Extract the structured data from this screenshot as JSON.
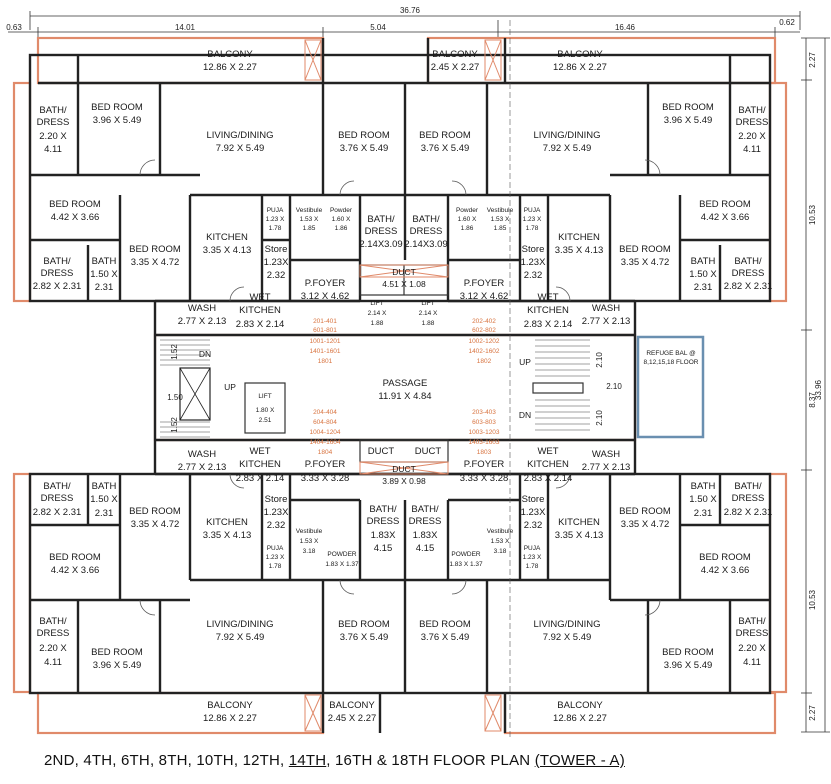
{
  "dimensions": {
    "overall_width": "36.76",
    "left_segment": "14.01",
    "mid_segment": "5.04",
    "right_segment": "16.46",
    "left_offset": "0.63",
    "right_offset": "0.62",
    "right_top": "2.27",
    "right_upper": "10.53",
    "right_mid": "8.37",
    "right_total": "33.96",
    "right_lower": "10.53",
    "right_bottom": "2.27",
    "stair_a": "1.52",
    "stair_b": "1.50",
    "stair_c": "1.52",
    "stair_d": "2.10",
    "stair_e": "2.10",
    "stair_f": "2.10"
  },
  "rooms": {
    "balcony_tl": {
      "name": "BALCONY",
      "size": "12.86 X 2.27"
    },
    "balcony_tm": {
      "name": "BALCONY",
      "size": "2.45 X 2.27"
    },
    "balcony_tr": {
      "name": "BALCONY",
      "size": "12.86 X 2.27"
    },
    "bathdress_tl": {
      "name1": "BATH/",
      "name2": "DRESS",
      "size1": "2.20 X",
      "size2": "4.11"
    },
    "bedroom_tl": {
      "name": "BED ROOM",
      "size": "3.96 X 5.49"
    },
    "living_tl": {
      "name": "LIVING/DINING",
      "size": "7.92 X 5.49"
    },
    "bedroom_tml": {
      "name": "BED ROOM",
      "size": "3.76 X 5.49"
    },
    "bedroom_tmr": {
      "name": "BED ROOM",
      "size": "3.76 X 5.49"
    },
    "living_tr": {
      "name": "LIVING/DINING",
      "size": "7.92 X 5.49"
    },
    "bedroom_tr": {
      "name": "BED ROOM",
      "size": "3.96 X 5.49"
    },
    "bathdress_tr": {
      "name1": "BATH/",
      "name2": "DRESS",
      "size1": "2.20 X",
      "size2": "4.11"
    },
    "bedroom2_tl": {
      "name": "BED ROOM",
      "size": "4.42 X 3.66"
    },
    "bedroom2_tr": {
      "name": "BED ROOM",
      "size": "4.42 X 3.66"
    },
    "kitchen_tl": {
      "name": "KITCHEN",
      "size": "3.35 X 4.13"
    },
    "kitchen_tr": {
      "name": "KITCHEN",
      "size": "3.35 X 4.13"
    },
    "bedroom3_tl": {
      "name": "BED ROOM",
      "size": "3.35 X 4.72"
    },
    "bedroom3_tr": {
      "name": "BED ROOM",
      "size": "3.35 X 4.72"
    },
    "puja_tl": {
      "name": "PUJA",
      "size1": "1.23 X",
      "size2": "1.78"
    },
    "puja_tr": {
      "name": "PUJA",
      "size1": "1.23 X",
      "size2": "1.78"
    },
    "vest_tl": {
      "name": "Vestibule",
      "size1": "1.53 X",
      "size2": "1.85"
    },
    "vest_tr": {
      "name": "Vestibule",
      "size1": "1.53 X",
      "size2": "1.85"
    },
    "powder_tl": {
      "name": "Powder",
      "size1": "1.60 X",
      "size2": "1.86"
    },
    "powder_tr": {
      "name": "Powder",
      "size1": "1.60 X",
      "size2": "1.86"
    },
    "bathdress_ml": {
      "name1": "BATH/",
      "name2": "DRESS",
      "size": "2.14X3.09"
    },
    "bathdress_mr": {
      "name1": "BATH/",
      "name2": "DRESS",
      "size": "2.14X3.09"
    },
    "bathdress2_tl": {
      "name1": "BATH/",
      "name2": "DRESS",
      "size": "2.82 X 2.31"
    },
    "bath_tl": {
      "name": "BATH",
      "size1": "1.50 X",
      "size2": "2.31"
    },
    "bath_tr": {
      "name": "BATH",
      "size1": "1.50 X",
      "size2": "2.31"
    },
    "bathdress2_tr": {
      "name1": "BATH/",
      "name2": "DRESS",
      "size": "2.82 X 2.31"
    },
    "store_tl": {
      "name": "Store",
      "size1": "1.23X",
      "size2": "2.32"
    },
    "store_tr": {
      "name": "Store",
      "size1": "1.23X",
      "size2": "2.32"
    },
    "foyer_tl": {
      "name": "P.FOYER",
      "size": "3.12 X 4.62"
    },
    "foyer_tr": {
      "name": "P.FOYER",
      "size": "3.12 X 4.62"
    },
    "duct_t": {
      "name": "DUCT",
      "size": "4.51 X 1.08"
    },
    "lift_t1": {
      "name": "LIFT",
      "size1": "2.14 X",
      "size2": "1.88"
    },
    "lift_t2": {
      "name": "LIFT",
      "size1": "2.14 X",
      "size2": "1.88"
    },
    "wash_tl": {
      "name": "WASH",
      "size": "2.77 X 2.13"
    },
    "wash_tr": {
      "name": "WASH",
      "size": "2.77 X 2.13"
    },
    "wetk_tl": {
      "name1": "WET",
      "name2": "KITCHEN",
      "size": "2.83 X 2.14"
    },
    "wetk_tr": {
      "name1": "WET",
      "name2": "KITCHEN",
      "size": "2.83 X 2.14"
    },
    "passage": {
      "name": "PASSAGE",
      "size": "11.91 X 4.84"
    },
    "lift_l": {
      "name": "LIFT",
      "size1": "1.80 X",
      "size2": "2.51"
    },
    "refuge": {
      "name": "REFUGE BAL @",
      "floors": "8,12,15,18 FLOOR"
    },
    "wash_bl": {
      "name": "WASH",
      "size": "2.77 X 2.13"
    },
    "wash_br": {
      "name": "WASH",
      "size": "2.77 X 2.13"
    },
    "wetk_bl": {
      "name1": "WET",
      "name2": "KITCHEN",
      "size": "2.83 X 2.14"
    },
    "wetk_br": {
      "name1": "WET",
      "name2": "KITCHEN",
      "size": "2.83 X 2.14"
    },
    "foyer_bl": {
      "name": "P.FOYER",
      "size": "3.33 X 3.28"
    },
    "foyer_br": {
      "name": "P.FOYER",
      "size": "3.33 X 3.28"
    },
    "duct_b1": {
      "name": "DUCT"
    },
    "duct_b2": {
      "name": "DUCT"
    },
    "duct_b": {
      "name": "DUCT",
      "size": "3.89 X 0.98"
    },
    "bathdress2_bl": {
      "name1": "BATH/",
      "name2": "DRESS",
      "size": "2.82 X 2.31"
    },
    "bath_bl": {
      "name": "BATH",
      "size1": "1.50 X",
      "size2": "2.31"
    },
    "bedroom3_bl": {
      "name": "BED ROOM",
      "size": "3.35 X 4.72"
    },
    "bedroom3_br": {
      "name": "BED ROOM",
      "size": "3.35 X 4.72"
    },
    "bath_br": {
      "name": "BATH",
      "size1": "1.50 X",
      "size2": "2.31"
    },
    "bathdress2_br": {
      "name1": "BATH/",
      "name2": "DRESS",
      "size": "2.82 X 2.31"
    },
    "kitchen_bl": {
      "name": "KITCHEN",
      "size": "3.35 X 4.13"
    },
    "kitchen_br": {
      "name": "KITCHEN",
      "size": "3.35 X 4.13"
    },
    "store_bl": {
      "name": "Store",
      "size1": "1.23X",
      "size2": "2.32"
    },
    "store_br": {
      "name": "Store",
      "size1": "1.23X",
      "size2": "2.32"
    },
    "puja_bl": {
      "name": "PUJA",
      "size1": "1.23 X",
      "size2": "1.78"
    },
    "puja_br": {
      "name": "PUJA",
      "size1": "1.23 X",
      "size2": "1.78"
    },
    "vest_bl": {
      "name": "Vestibule",
      "size1": "1.53 X",
      "size2": "3.18"
    },
    "vest_br": {
      "name": "Vestibule",
      "size1": "1.53 X",
      "size2": "3.18"
    },
    "powder_bl": {
      "name": "POWDER",
      "size": "1.83 X 1.37"
    },
    "powder_br": {
      "name": "POWDER",
      "size": "1.83 X 1.37"
    },
    "bathdress_bml": {
      "name1": "BATH/",
      "name2": "DRESS",
      "size1": "1.83X",
      "size2": "4.15"
    },
    "bathdress_bmr": {
      "name1": "BATH/",
      "name2": "DRESS",
      "size1": "1.83X",
      "size2": "4.15"
    },
    "bedroom2_bl": {
      "name": "BED ROOM",
      "size": "4.42 X 3.66"
    },
    "bedroom2_br": {
      "name": "BED ROOM",
      "size": "4.42 X 3.66"
    },
    "bathdress_bl": {
      "name1": "BATH/",
      "name2": "DRESS",
      "size1": "2.20 X",
      "size2": "4.11"
    },
    "bedroom_bl": {
      "name": "BED ROOM",
      "size": "3.96 X 5.49"
    },
    "living_bl": {
      "name": "LIVING/DINING",
      "size": "7.92 X 5.49"
    },
    "bedroom_bml": {
      "name": "BED ROOM",
      "size": "3.76 X 5.49"
    },
    "bedroom_bmr": {
      "name": "BED ROOM",
      "size": "3.76 X 5.49"
    },
    "living_br": {
      "name": "LIVING/DINING",
      "size": "7.92 X 5.49"
    },
    "bedroom_br": {
      "name": "BED ROOM",
      "size": "3.96 X 5.49"
    },
    "bathdress_br": {
      "name1": "BATH/",
      "name2": "DRESS",
      "size1": "2.20 X",
      "size2": "4.11"
    },
    "balcony_bl": {
      "name": "BALCONY",
      "size": "12.86 X 2.27"
    },
    "balcony_bm": {
      "name": "BALCONY",
      "size": "2.45 X 2.27"
    },
    "balcony_br": {
      "name": "BALCONY",
      "size": "12.86 X 2.27"
    }
  },
  "flats": {
    "tl": [
      "201-401",
      "601-801",
      "1001-1201",
      "1401-1601",
      "1801"
    ],
    "tr": [
      "202-402",
      "602-802",
      "1002-1202",
      "1402-1602",
      "1802"
    ],
    "bl": [
      "204-404",
      "604-804",
      "1004-1204",
      "1404-1604",
      "1804"
    ],
    "br": [
      "203-403",
      "603-803",
      "1003-1203",
      "1403-1603",
      "1803"
    ]
  },
  "stairs": {
    "dn1": "DN",
    "up1": "UP",
    "up2": "UP",
    "dn2": "DN"
  },
  "footer": {
    "p1": "2ND, 4TH, 6TH, 8TH, 10TH, 12TH, ",
    "p2": "14TH",
    "p3": ", 16TH & 18TH  FLOOR PLAN ",
    "p4": "(TOWER - A)"
  },
  "colors": {
    "outer_wall": "#e08a6a",
    "flat_numbers": "#d8733f",
    "refuge_box": "#6a8fb0"
  }
}
